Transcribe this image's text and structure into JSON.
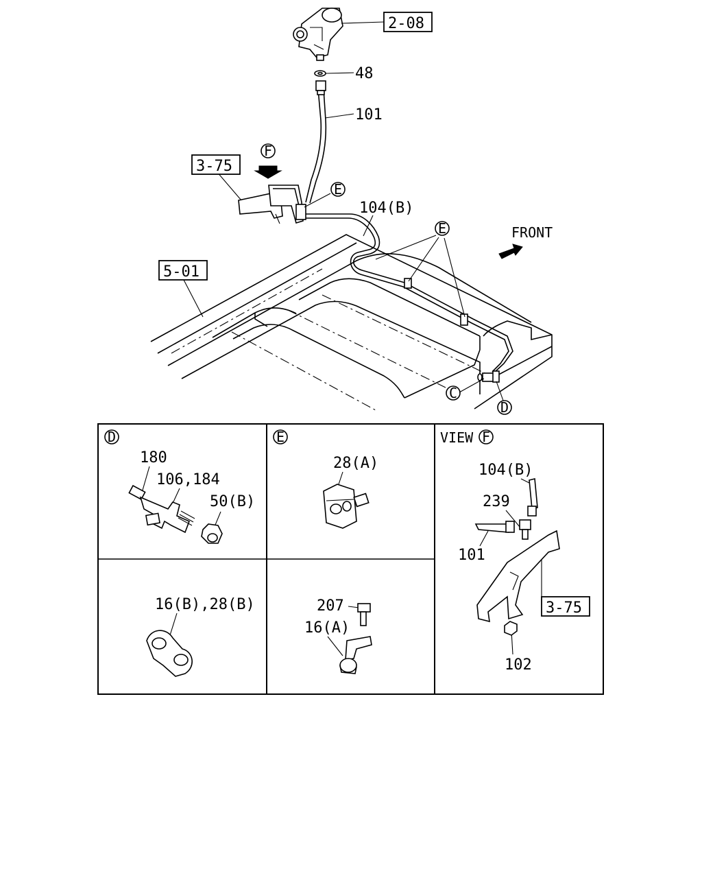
{
  "main_diagram": {
    "ref_2_08": "2-08",
    "ref_3_75": "3-75",
    "ref_5_01": "5-01",
    "part_48": "48",
    "part_101": "101",
    "part_104b": "104(B)",
    "callout_f": "F",
    "callout_e_top": "E",
    "callout_e_mid": "E",
    "callout_c": "C",
    "callout_d": "D",
    "front_label": "FRONT"
  },
  "detail_grid": {
    "panel_d": {
      "callout": "D",
      "part_180": "180",
      "part_106_184": "106,184",
      "part_50b": "50(B)"
    },
    "panel_e_top": {
      "callout": "E",
      "part_28a": "28(A)"
    },
    "panel_view_f": {
      "view_label": "VIEW",
      "callout": "F",
      "part_104b": "104(B)",
      "part_239": "239",
      "part_101": "101",
      "ref_3_75": "3-75",
      "part_102": "102"
    },
    "panel_bottom_left": {
      "part_16b_28b": "16(B),28(B)"
    },
    "panel_bottom_mid": {
      "part_207": "207",
      "part_16a": "16(A)"
    }
  }
}
